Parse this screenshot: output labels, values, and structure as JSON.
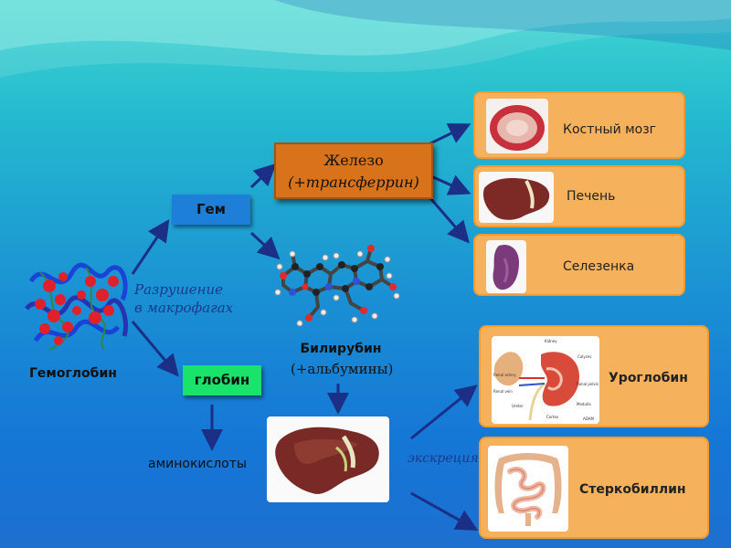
{
  "hemoglobin": {
    "label": "Гемоглобин"
  },
  "destruction": {
    "line1": "Разрушение",
    "line2": "в макрофагах"
  },
  "heme": {
    "label": "Гем"
  },
  "globin": {
    "label": "глобин"
  },
  "amino_acids": {
    "label": "аминокислоты"
  },
  "iron": {
    "line1": "Железо",
    "line2": "(+трансферрин)"
  },
  "bilirubin": {
    "line1": "Билирубин",
    "line2": "(+альбумины)"
  },
  "excretion": {
    "label": "экскреция"
  },
  "targets": {
    "bone_marrow": "Костный мозг",
    "liver": "Печень",
    "spleen": "Селезенка",
    "uroglobin": "Уроглобин",
    "sterkobillin": "Стеркобиллин"
  },
  "kidney_diagram": {
    "labels": [
      "Kidney",
      "Calyces",
      "Renal artery",
      "Renal vein",
      "Renal pelvis",
      "Ureter",
      "Cortex",
      "Medulla",
      "ADAM"
    ]
  },
  "colors": {
    "orange_fill": "#f6b15c",
    "orange_border": "#f39a2e",
    "heme_box": "#1e7fd8",
    "globin_box": "#19e36a",
    "iron_box": "#d8731b",
    "arrow": "#1b2f86"
  }
}
